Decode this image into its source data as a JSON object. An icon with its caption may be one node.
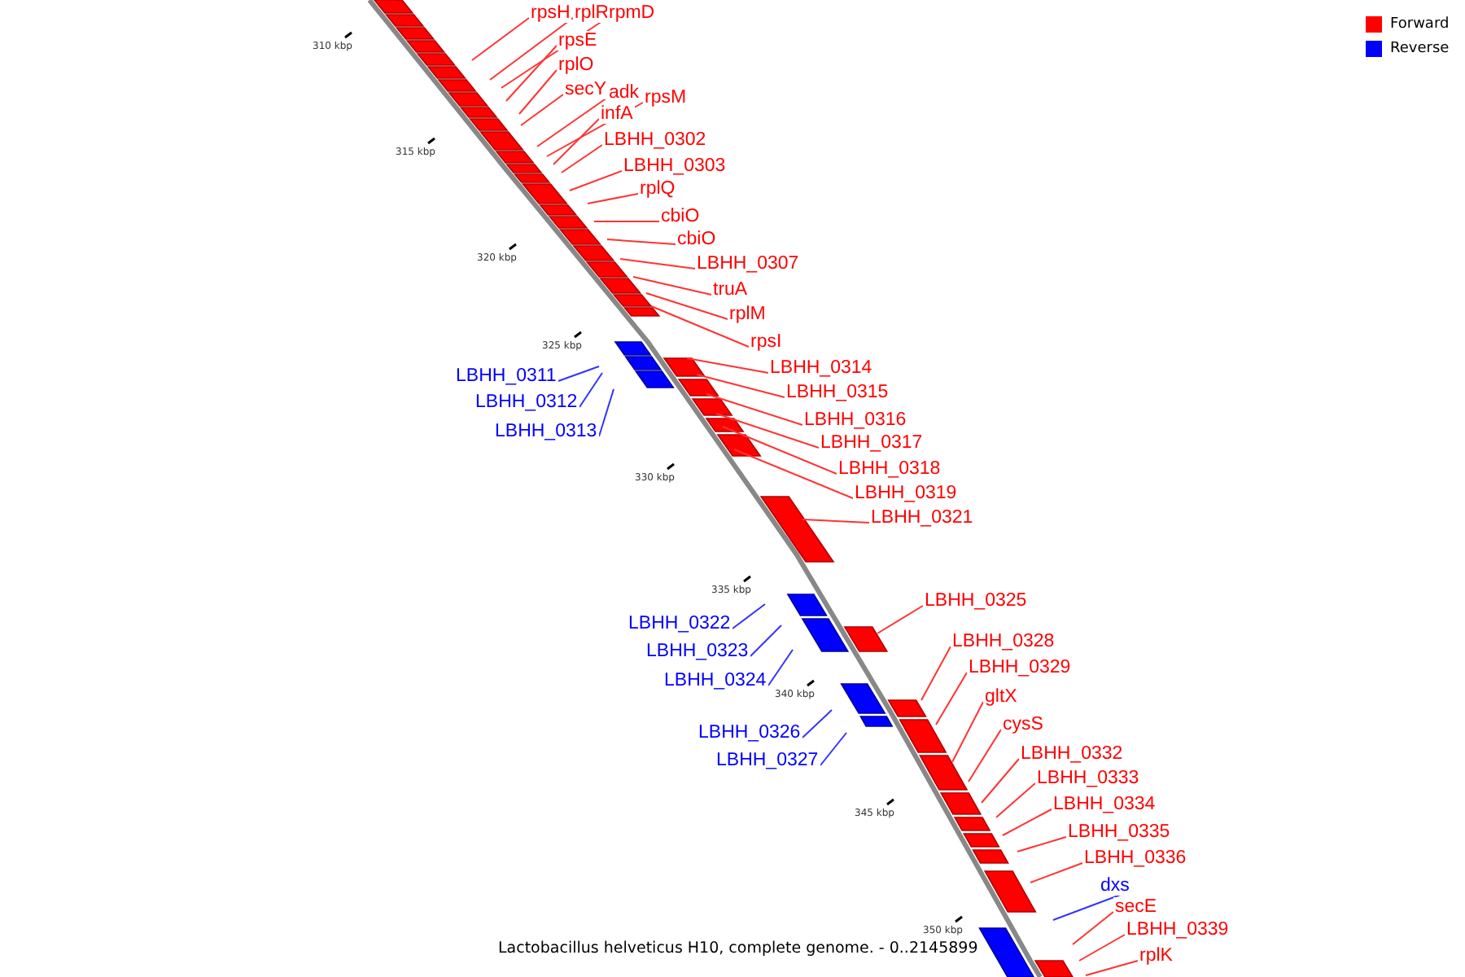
{
  "diagram": {
    "caption": "Lactobacillus helveticus H10, complete genome. - 0..2145899",
    "nodes": [
      {
        "text": [
          "rpsH"
        ]
      },
      {
        "text": [
          "rplR"
        ]
      },
      {
        "text": [
          "rpmD"
        ]
      },
      {
        "text": [
          "rpsE"
        ]
      },
      {
        "text": [
          "rplO"
        ]
      },
      {
        "text": [
          "secY"
        ]
      },
      {
        "text": [
          "adk"
        ]
      },
      {
        "text": [
          "rpsM"
        ]
      },
      {
        "text": [
          "infA"
        ]
      },
      {
        "text": [
          "LBHH_0302"
        ]
      },
      {
        "text": [
          "LBHH_0303"
        ]
      },
      {
        "text": [
          "rplQ"
        ]
      },
      {
        "text": [
          "cbiO"
        ]
      },
      {
        "text": [
          "cbiO"
        ]
      },
      {
        "text": [
          "LBHH_0307"
        ]
      },
      {
        "text": [
          "truA"
        ]
      },
      {
        "text": [
          "rplM"
        ]
      },
      {
        "text": [
          "rpsI"
        ]
      },
      {
        "text": [
          "LBHH_0314"
        ]
      },
      {
        "text": [
          "LBHH_0311"
        ]
      },
      {
        "text": [
          "LBHH_0315"
        ]
      },
      {
        "text": [
          "LBHH_0312"
        ]
      },
      {
        "text": [
          "LBHH_0316"
        ]
      },
      {
        "text": [
          "LBHH_0313"
        ]
      },
      {
        "text": [
          "LBHH_0317"
        ]
      },
      {
        "text": [
          "LBHH_0318"
        ]
      },
      {
        "text": [
          "LBHH_0319"
        ]
      },
      {
        "text": [
          "LBHH_0321"
        ]
      },
      {
        "text": [
          "LBHH_0325"
        ]
      },
      {
        "text": [
          "LBHH_0322"
        ]
      },
      {
        "text": [
          "LBHH_0323"
        ]
      },
      {
        "text": [
          "LBHH_0328"
        ]
      },
      {
        "text": [
          "LBHH_0329"
        ]
      },
      {
        "text": [
          "LBHH_0324"
        ]
      },
      {
        "text": [
          "gltX"
        ]
      },
      {
        "text": [
          "LBHH_0326"
        ]
      },
      {
        "text": [
          "cysS"
        ]
      },
      {
        "text": [
          "LBHH_0327"
        ]
      },
      {
        "text": [
          "LBHH_0332"
        ]
      },
      {
        "text": [
          "LBHH_0333"
        ]
      },
      {
        "text": [
          "LBHH_0334"
        ]
      },
      {
        "text": [
          "LBHH_0335"
        ]
      },
      {
        "text": [
          "LBHH_0336"
        ]
      },
      {
        "text": [
          "dxs"
        ]
      },
      {
        "text": [
          "secE"
        ]
      },
      {
        "text": [
          "LBHH_0339"
        ]
      },
      {
        "text": [
          "rplK"
        ]
      }
    ],
    "edges": [
      {
        "from": 0,
        "to": null,
        "arrow": "none"
      },
      {
        "from": 1,
        "to": null,
        "arrow": "none"
      },
      {
        "from": 2,
        "to": null,
        "arrow": "none"
      },
      {
        "from": 3,
        "to": null,
        "arrow": "none"
      },
      {
        "from": 4,
        "to": null,
        "arrow": "none"
      },
      {
        "from": 5,
        "to": null,
        "arrow": "none"
      },
      {
        "from": 6,
        "to": null,
        "arrow": "none"
      },
      {
        "from": 7,
        "to": null,
        "arrow": "none"
      },
      {
        "from": 8,
        "to": null,
        "arrow": "none"
      },
      {
        "from": 9,
        "to": null,
        "arrow": "none"
      },
      {
        "from": 10,
        "to": null,
        "arrow": "none"
      },
      {
        "from": 11,
        "to": null,
        "arrow": "none"
      },
      {
        "from": 12,
        "to": null,
        "arrow": "none"
      },
      {
        "from": 13,
        "to": null,
        "arrow": "none"
      },
      {
        "from": 14,
        "to": null,
        "arrow": "none"
      },
      {
        "from": 15,
        "to": null,
        "arrow": "none"
      },
      {
        "from": 16,
        "to": null,
        "arrow": "none"
      },
      {
        "from": 17,
        "to": null,
        "arrow": "none"
      },
      {
        "from": 18,
        "to": null,
        "arrow": "none"
      },
      {
        "from": 19,
        "to": null,
        "arrow": "none",
        "color": "#3333ff"
      },
      {
        "from": 20,
        "to": null,
        "arrow": "none"
      },
      {
        "from": 21,
        "to": null,
        "arrow": "none",
        "color": "#3333ff"
      },
      {
        "from": 22,
        "to": null,
        "arrow": "none"
      },
      {
        "from": 23,
        "to": null,
        "arrow": "none",
        "color": "#3333ff"
      },
      {
        "from": 24,
        "to": null,
        "arrow": "none"
      },
      {
        "from": 25,
        "to": null,
        "arrow": "none"
      },
      {
        "from": 26,
        "to": null,
        "arrow": "none"
      },
      {
        "from": 27,
        "to": null,
        "arrow": "none"
      },
      {
        "from": 28,
        "to": null,
        "arrow": "none"
      },
      {
        "from": 29,
        "to": null,
        "arrow": "none",
        "color": "#3333ff"
      },
      {
        "from": 30,
        "to": null,
        "arrow": "none",
        "color": "#3333ff"
      },
      {
        "from": 31,
        "to": null,
        "arrow": "none"
      },
      {
        "from": 32,
        "to": null,
        "arrow": "none"
      },
      {
        "from": 33,
        "to": null,
        "arrow": "none",
        "color": "#3333ff"
      },
      {
        "from": 34,
        "to": null,
        "arrow": "none"
      },
      {
        "from": 35,
        "to": null,
        "arrow": "none",
        "color": "#3333ff"
      },
      {
        "from": 36,
        "to": null,
        "arrow": "none"
      },
      {
        "from": 37,
        "to": null,
        "arrow": "none",
        "color": "#3333ff"
      },
      {
        "from": 38,
        "to": null,
        "arrow": "none"
      },
      {
        "from": 39,
        "to": null,
        "arrow": "none"
      },
      {
        "from": 40,
        "to": null,
        "arrow": "none"
      },
      {
        "from": 41,
        "to": null,
        "arrow": "none"
      },
      {
        "from": 42,
        "to": null,
        "arrow": "none"
      },
      {
        "from": 43,
        "to": null,
        "arrow": "none",
        "color": "#3333ff"
      },
      {
        "from": 44,
        "to": null,
        "arrow": "none"
      },
      {
        "from": 45,
        "to": null,
        "arrow": "none"
      },
      {
        "from": 46,
        "to": null,
        "arrow": "none"
      }
    ],
    "labels": [
      "310 kbp",
      "315 kbp",
      "320 kbp",
      "325 kbp",
      "330 kbp",
      "335 kbp",
      "340 kbp",
      "345 kbp",
      "350 kbp"
    ],
    "legend": [
      {
        "text": "Forward",
        "color": "#ff0000"
      },
      {
        "text": "Reverse",
        "color": "#0000ff"
      }
    ]
  }
}
